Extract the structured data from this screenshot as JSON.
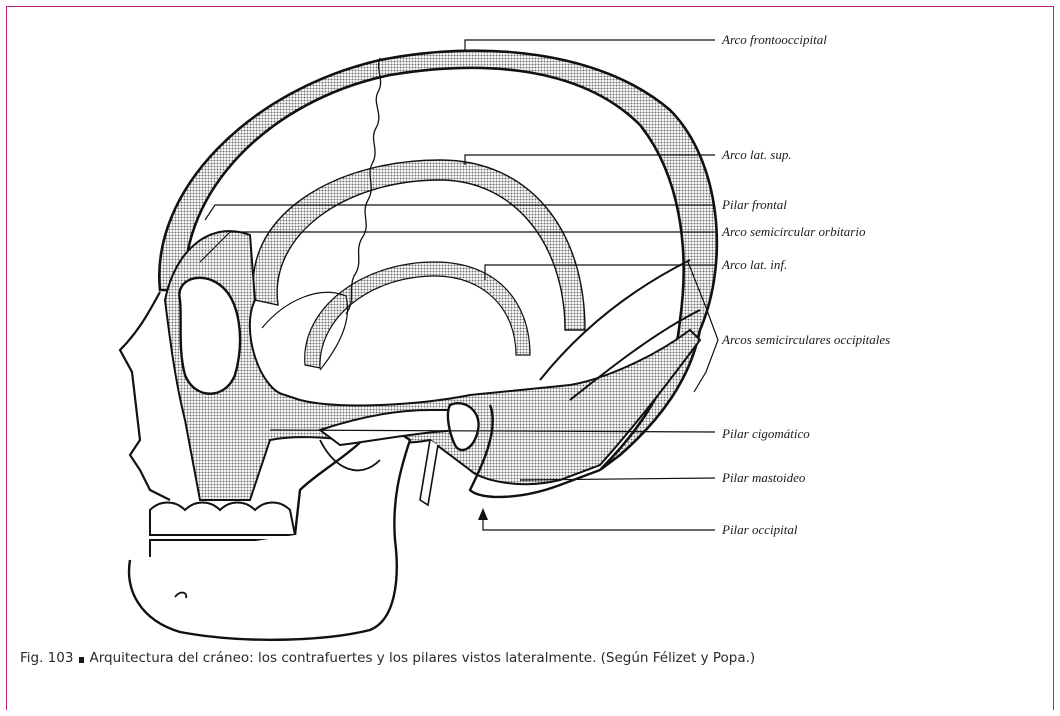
{
  "labels": {
    "arco_frontooccipital": "Arco frontooccipital",
    "arco_lat_sup": "Arco lat. sup.",
    "pilar_frontal": "Pilar frontal",
    "arco_semicircular_orbitario": "Arco semicircular orbitario",
    "arco_lat_inf": "Arco lat. inf.",
    "arcos_semicirculares_occipitales": "Arcos semicirculares occipitales",
    "pilar_cigomatico": "Pilar cigomático",
    "pilar_mastoideo": "Pilar mastoideo",
    "pilar_occipital": "Pilar occipital"
  },
  "caption": {
    "figure_number": "Fig. 103",
    "text": "Arquitectura del cráneo: los contrafuertes y los pilares vistos lateralmente. (Según Félizet y Popa.)"
  },
  "colors": {
    "frame": "#c0237f",
    "ink": "#111111",
    "stipple": "#8a8a8a"
  }
}
